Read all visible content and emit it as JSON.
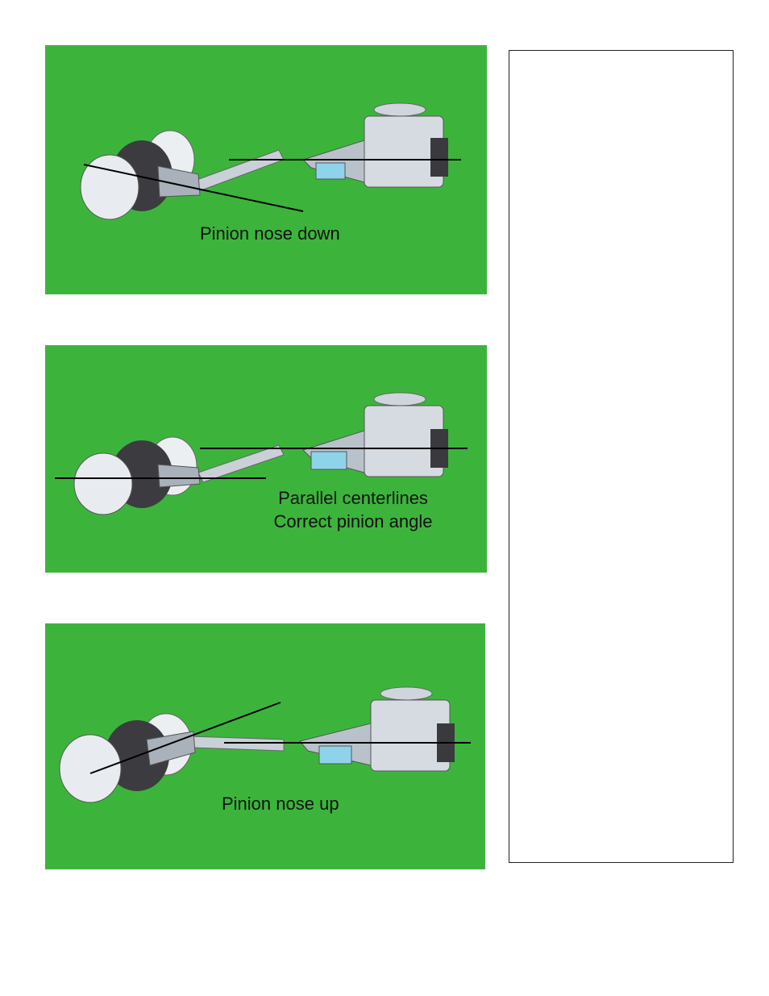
{
  "panels": [
    {
      "caption": "Pinion nose down"
    },
    {
      "caption_line1": "Parallel centerlines",
      "caption_line2": "Correct pinion angle"
    },
    {
      "caption": "Pinion nose up"
    }
  ],
  "colors": {
    "background": "#3cb43c",
    "line": "#000000",
    "metal_light": "#dfe3e8",
    "metal_dark": "#444448"
  }
}
